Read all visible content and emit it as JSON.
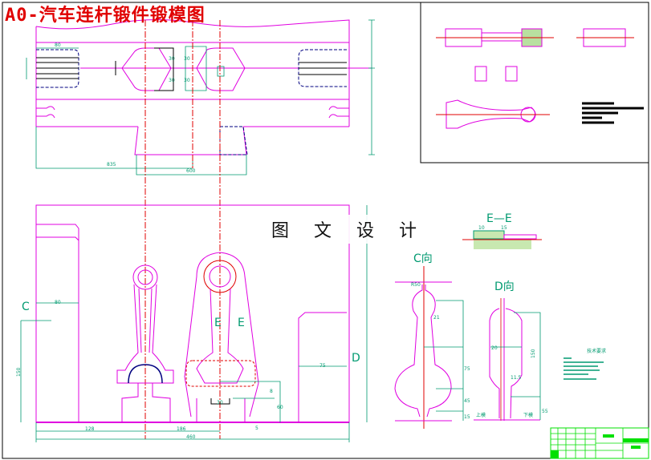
{
  "title": "A0-汽车连杆锻件锻模图",
  "watermark": "图 文 设 计",
  "colors": {
    "outline": "#e000e0",
    "dimension": "#009a70",
    "centerline": "#e00000",
    "hidden": "#000080",
    "title": "#e00000"
  },
  "plan_view": {
    "dims": {
      "width_80": "80",
      "h_30a": "30",
      "h_30b": "30",
      "h_30c": "30",
      "h_30d": "30",
      "left_835": "835",
      "center_600": "600"
    }
  },
  "front_view": {
    "section_mark_c": "C",
    "section_mark_d": "D",
    "section_mark_e1": "E",
    "section_mark_e2": "E",
    "dims": {
      "d128": "128",
      "d186": "186",
      "d460": "460",
      "d150": "150",
      "d75": "75",
      "d60": "60",
      "d8": "8",
      "d30": "30",
      "d5": "5",
      "d80": "80"
    }
  },
  "section_ee": {
    "label": "E—E",
    "dims": {
      "a": "10",
      "b": "15"
    }
  },
  "view_c": {
    "label": "C向",
    "dims": {
      "top": "R50",
      "w21": "21",
      "h75": "75",
      "h45": "45",
      "h15": "15"
    }
  },
  "view_d": {
    "label": "D向",
    "dims": {
      "w20": "20",
      "h150": "150",
      "w11": "11.5",
      "h55": "55"
    },
    "upper_die": "上模",
    "lower_die": "下模"
  },
  "tech_req": {
    "heading": "技术要求"
  }
}
